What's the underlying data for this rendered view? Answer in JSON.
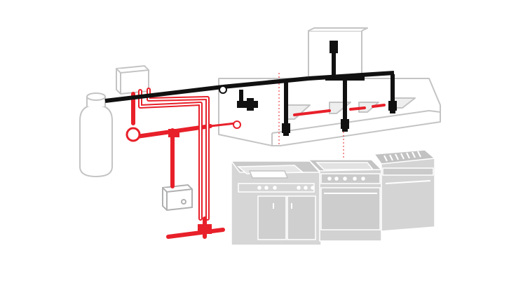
{
  "diagram": {
    "kind": "kitchen-hood-fire-suppression-system",
    "components": [
      {
        "id": "agent-cylinder",
        "name": "agent-cylinder"
      },
      {
        "id": "control-head",
        "name": "control-head-box"
      },
      {
        "id": "manual-pull-station",
        "name": "manual-pull-station"
      },
      {
        "id": "exhaust-hood",
        "name": "exhaust-hood"
      },
      {
        "id": "duct",
        "name": "exhaust-duct"
      },
      {
        "id": "cooking-line",
        "name": "cooking-appliances"
      }
    ],
    "colors": {
      "agent_piping": "#111111",
      "detection_line": "#e8202a",
      "equipment_outline": "#bdbdbd",
      "equipment_fill": "#d9d9d9",
      "background": "#ffffff"
    },
    "icons": [
      "gas-valve-icon",
      "nozzle-icon",
      "fusible-link-icon"
    ]
  }
}
